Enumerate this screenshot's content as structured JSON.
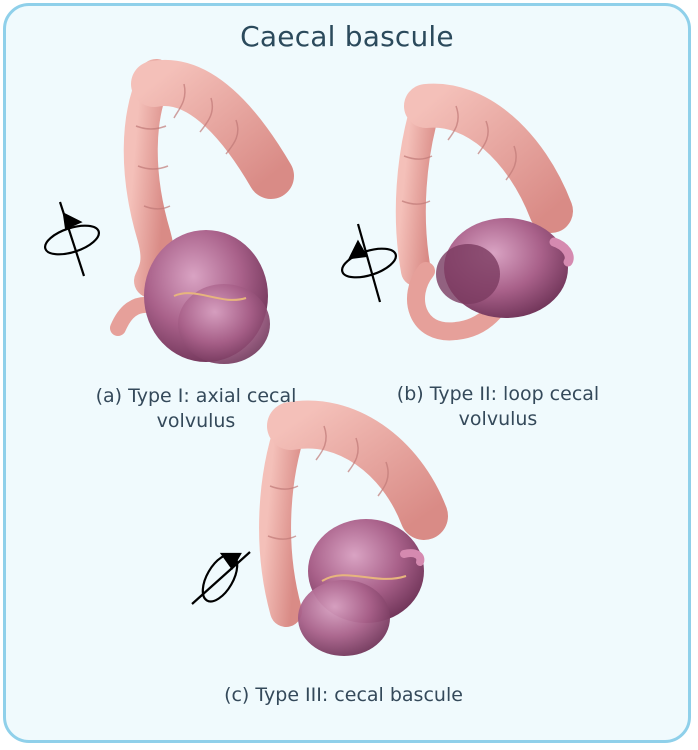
{
  "title": "Caecal bascule",
  "panels": [
    {
      "caption_line1": "(a) Type I: axial cecal",
      "caption_line2": "volvulus",
      "icon": "rotation-axis-icon"
    },
    {
      "caption_line1": "(b) Type II: loop cecal",
      "caption_line2": "volvulus",
      "icon": "rotation-axis-icon"
    },
    {
      "caption_line1": "(c) Type III: cecal bascule",
      "icon": "rotation-axis-icon"
    }
  ],
  "colors": {
    "background": "#f0fafd",
    "border": "#8fd0ea",
    "text": "#34495a",
    "colon": "#e9a29c",
    "caecum": "#9e5a7c"
  }
}
